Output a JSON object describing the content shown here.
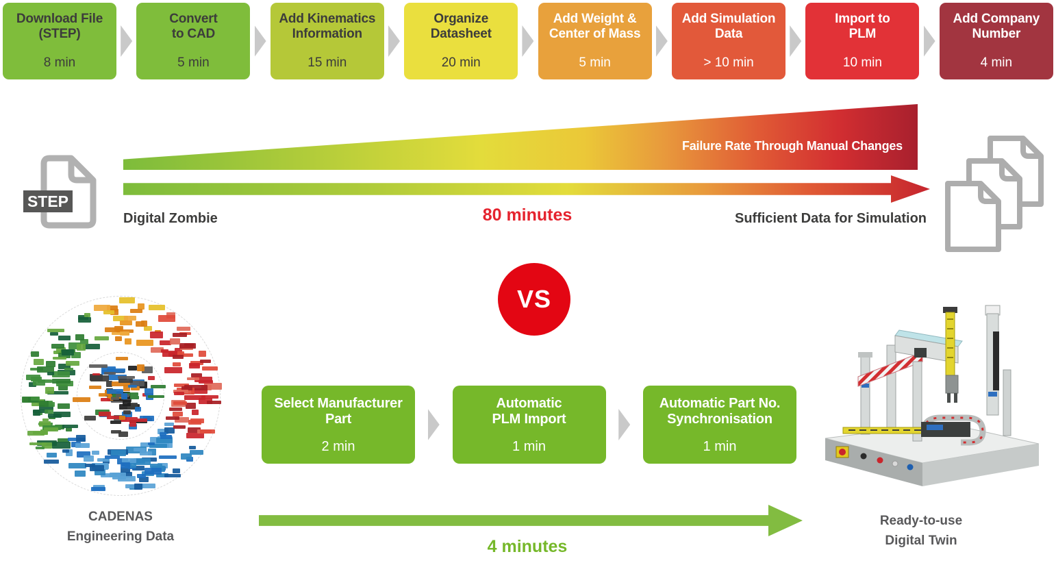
{
  "manual_flow": {
    "steps": [
      {
        "lines": [
          "Download File",
          "(STEP)"
        ],
        "time": "8 min",
        "bg": "#7FBD3B",
        "text": "#3C3C3B"
      },
      {
        "lines": [
          "Convert",
          "to CAD"
        ],
        "time": "5 min",
        "bg": "#7FBD3B",
        "text": "#3C3C3B"
      },
      {
        "lines": [
          "Add Kinematics",
          "Information"
        ],
        "time": "15 min",
        "bg": "#B5C838",
        "text": "#3C3C3B"
      },
      {
        "lines": [
          "Organize",
          "Datasheet"
        ],
        "time": "20 min",
        "bg": "#EADF3E",
        "text": "#3C3C3B"
      },
      {
        "lines": [
          "Add Weight &",
          "Center of Mass"
        ],
        "time": "5 min",
        "bg": "#E8A13C",
        "text": "#FFFFFF"
      },
      {
        "lines": [
          "Add Simulation",
          "Data"
        ],
        "time": "> 10 min",
        "bg": "#E2593A",
        "text": "#FFFFFF"
      },
      {
        "lines": [
          "Import to",
          "PLM"
        ],
        "time": "10 min",
        "bg": "#E23237",
        "text": "#FFFFFF"
      },
      {
        "lines": [
          "Add Company",
          "Number"
        ],
        "time": "4 min",
        "bg": "#A23540",
        "text": "#FFFFFF"
      }
    ]
  },
  "comparison": {
    "step_badge": "STEP",
    "failure_label": "Failure Rate Through Manual Changes",
    "left_label": "Digital Zombie",
    "center_label": "80 minutes",
    "right_label": "Sufficient Data for Simulation",
    "vs_label": "VS"
  },
  "automated_flow": {
    "steps": [
      {
        "lines": [
          "Select Manufacturer",
          "Part"
        ],
        "time": "2 min"
      },
      {
        "lines": [
          "Automatic",
          "PLM Import"
        ],
        "time": "1 min"
      },
      {
        "lines": [
          "Automatic Part No.",
          "Synchronisation"
        ],
        "time": "1 min"
      }
    ],
    "duration_label": "4 minutes",
    "source_label_line1": "CADENAS",
    "source_label_line2": "Engineering Data",
    "result_label_line1": "Ready-to-use",
    "result_label_line2": "Digital Twin"
  },
  "colors": {
    "dark_text": "#3C3C3B",
    "gray_label": "#58585A",
    "red_accent": "#E5232E",
    "vs_red": "#E30613",
    "green_accent": "#76B82A",
    "auto_green": "#76B82A",
    "arrow_green": "#82BC41",
    "chevron_gray": "#C9C9C9",
    "icon_gray": "#B1B1B1",
    "badge_bg": "#575756",
    "wedge_gradient": [
      "#7DBC3B 0%",
      "#AECB3A 22%",
      "#E3DC3B 45%",
      "#EBC838 58%",
      "#E89A3C 68%",
      "#E05A35 80%",
      "#D22E31 90%",
      "#A8202E 100%"
    ],
    "arrow_gradient": [
      "#7DBC3B 0%",
      "#AECB3A 30%",
      "#E3DC3B 55%",
      "#E89A3C 72%",
      "#E05A35 85%",
      "#C6252E 100%"
    ]
  },
  "collage": {
    "outer_palettes": {
      "red": [
        "#C9252B",
        "#E04A3A",
        "#A81E24",
        "#E06A5A"
      ],
      "blue": [
        "#1E6FBF",
        "#2E86C1",
        "#155A9C",
        "#5AA2D6"
      ],
      "green": [
        "#3F8F3C",
        "#2E7D32",
        "#66A83F",
        "#17603A"
      ],
      "orange": [
        "#E8941E",
        "#EFA93C",
        "#DB7E12",
        "#E5C02A"
      ]
    },
    "inner_palette": [
      "#1F1F1F",
      "#3C3C3B",
      "#C9252B",
      "#1E6FBF",
      "#5A5A5A",
      "#DB7E12",
      "#2E7D32"
    ]
  }
}
